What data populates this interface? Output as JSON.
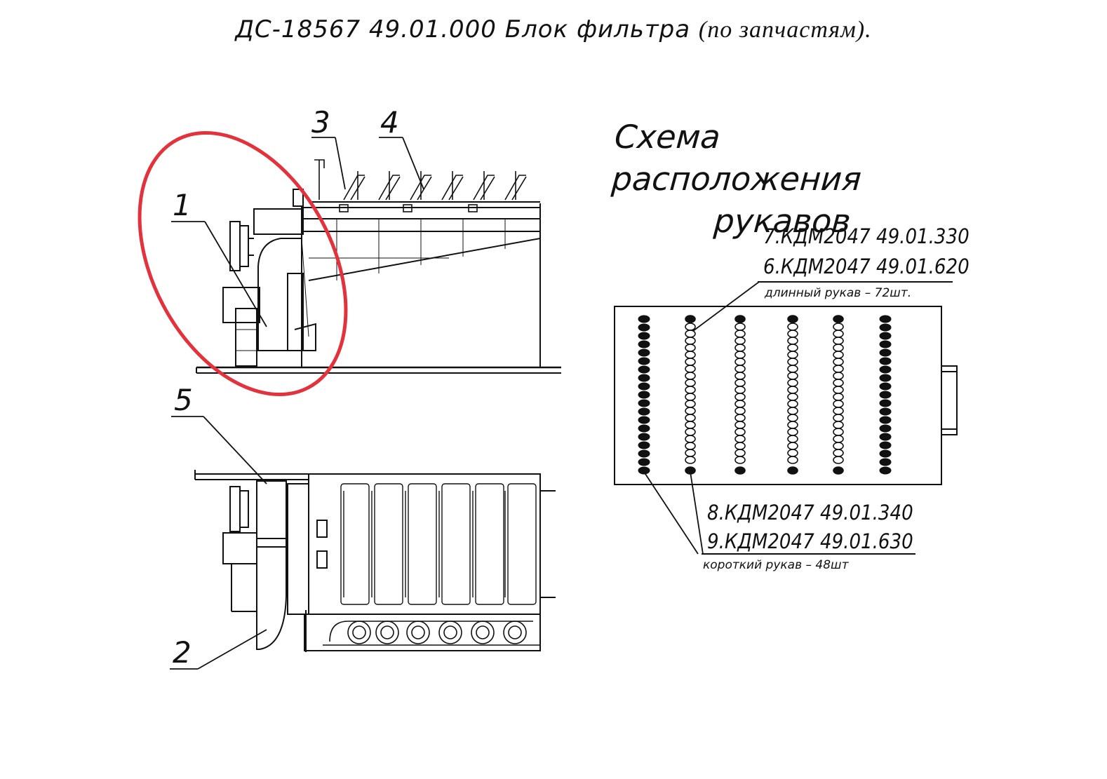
{
  "title": {
    "code": "ДС-18567 49.01.000  Блок фильтра",
    "suffix": "(по запчастям)."
  },
  "scheme_heading": {
    "line1": "Схема расположения",
    "line2": "рукавов"
  },
  "callouts": {
    "c1": "1",
    "c2": "2",
    "c3": "3",
    "c4": "4",
    "c5": "5"
  },
  "parts": {
    "p7": "7.КДМ2047 49.01.330",
    "p6": "6.КДМ2047 49.01.620",
    "long_note": "длинный рукав – 72шт.",
    "p8": "8.КДМ2047 49.01.340",
    "p9": "9.КДМ2047 49.01.630",
    "short_note": "короткий рукав – 48шт"
  },
  "colors": {
    "highlight": "#e3323c",
    "ink": "#111111"
  }
}
